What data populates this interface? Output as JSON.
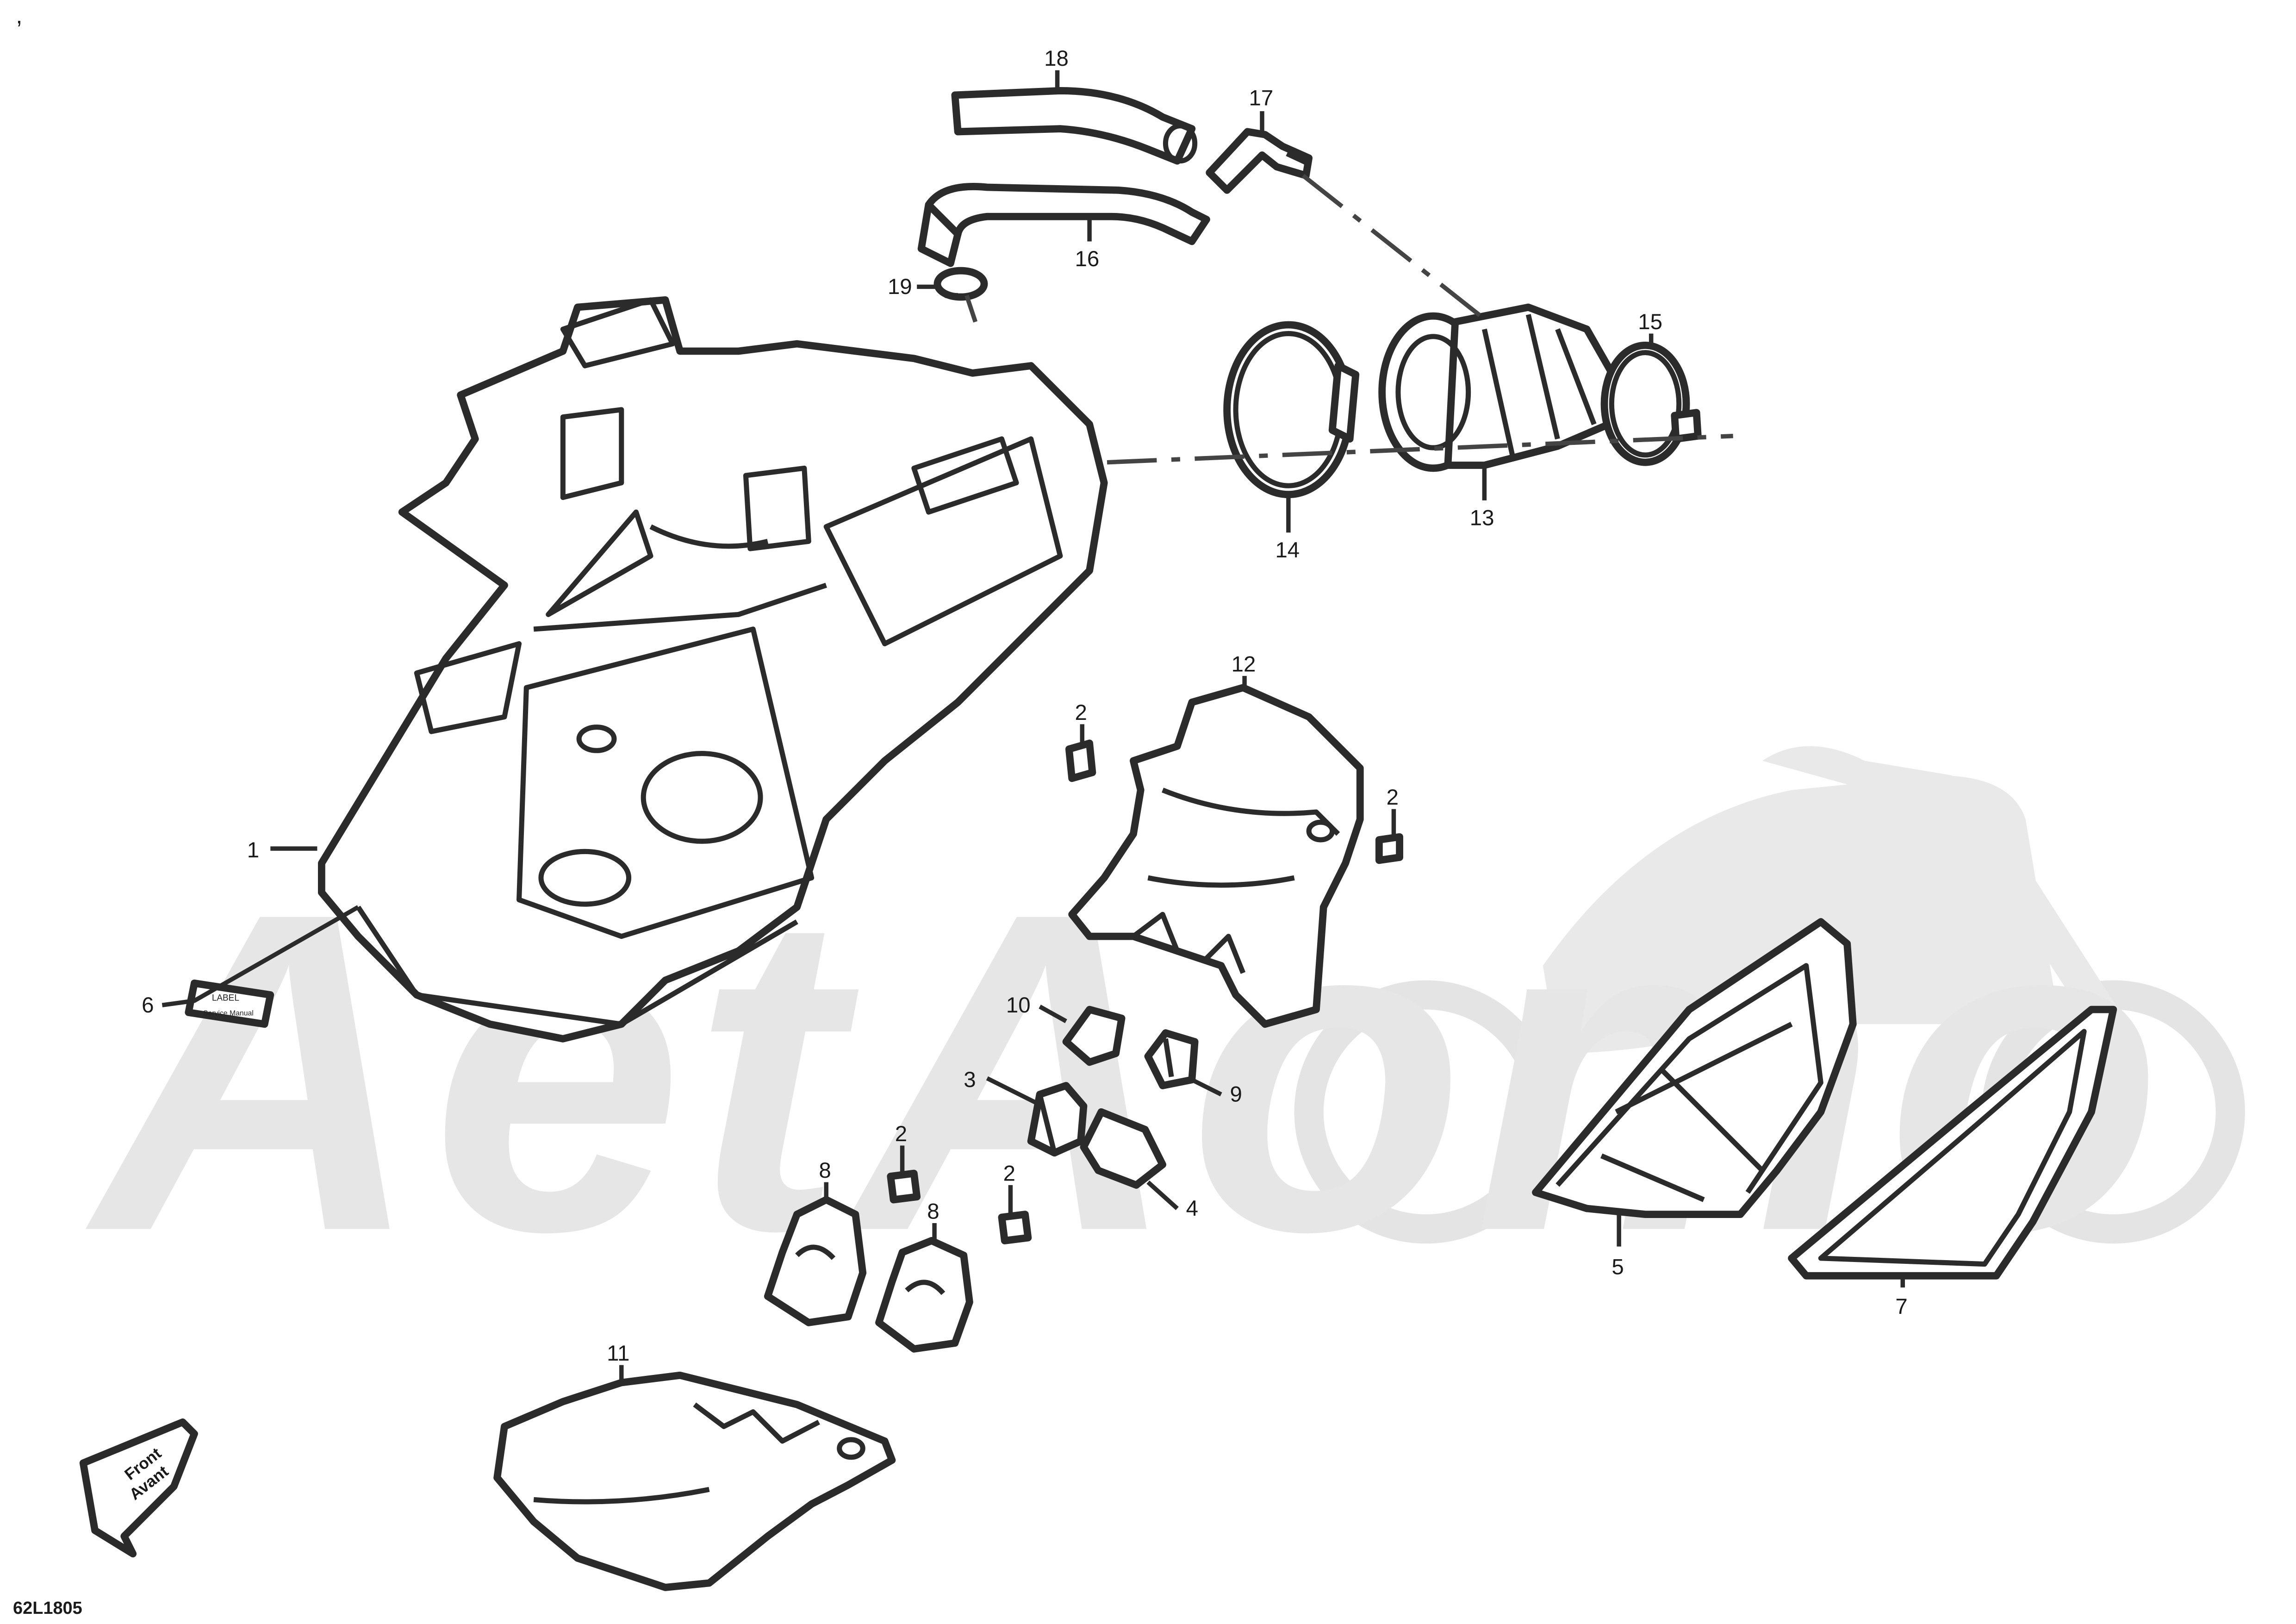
{
  "page": {
    "corner_mark": ",",
    "drawing_code": "62L1805"
  },
  "front_arrow": {
    "line1": "Front",
    "line2": "Avant"
  },
  "watermark": {
    "text": "AetAomo"
  },
  "sticker": {
    "line1": "LABEL",
    "line2": "Service Manual"
  },
  "callouts": [
    {
      "label": "1"
    },
    {
      "label": "2"
    },
    {
      "label": "2"
    },
    {
      "label": "2"
    },
    {
      "label": "2"
    },
    {
      "label": "3"
    },
    {
      "label": "4"
    },
    {
      "label": "5"
    },
    {
      "label": "6"
    },
    {
      "label": "7"
    },
    {
      "label": "8"
    },
    {
      "label": "8"
    },
    {
      "label": "9"
    },
    {
      "label": "10"
    },
    {
      "label": "11"
    },
    {
      "label": "12"
    },
    {
      "label": "13"
    },
    {
      "label": "14"
    },
    {
      "label": "15"
    },
    {
      "label": "16"
    },
    {
      "label": "17"
    },
    {
      "label": "18"
    },
    {
      "label": "19"
    }
  ]
}
